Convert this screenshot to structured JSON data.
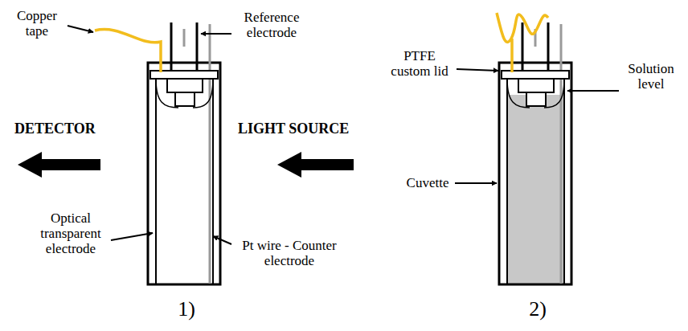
{
  "diagram": {
    "labels": [
      "Copper tape",
      "Reference electrode",
      "DETECTOR",
      "LIGHT SOURCE",
      "Optical transparent electrode",
      "Pt wire - Counter electrode",
      "1)",
      "PTFE custom lid",
      "Solution level",
      "Cuvette",
      "2)"
    ]
  }
}
